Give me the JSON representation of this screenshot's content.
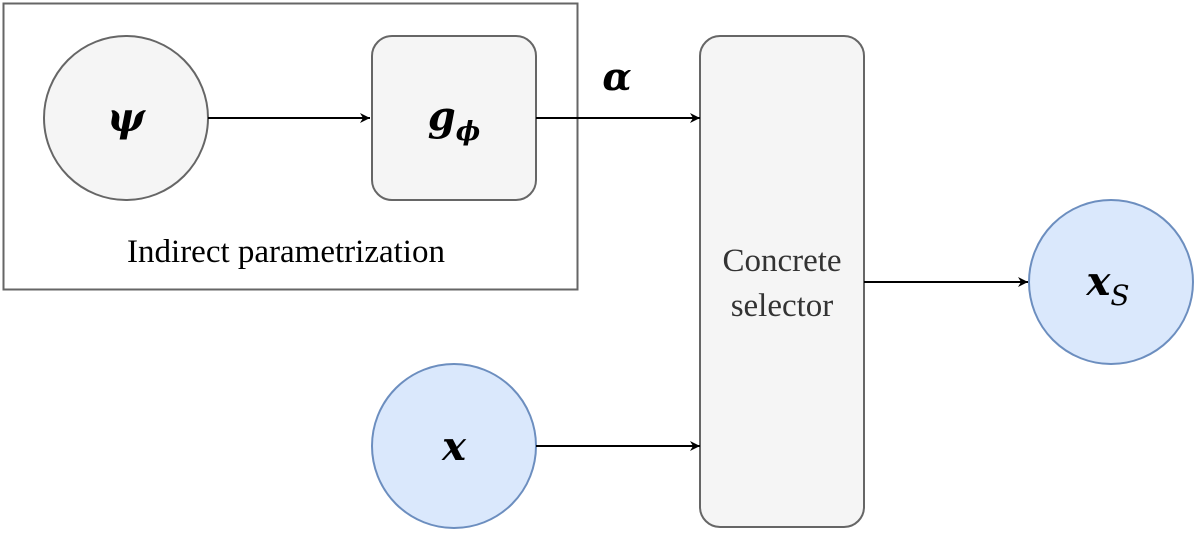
{
  "group": {
    "label": "Indirect parametrization"
  },
  "nodes": {
    "psi": {
      "symbol": "ψ"
    },
    "g": {
      "symbol": "g",
      "subscript": "ϕ"
    },
    "x": {
      "symbol": "x"
    },
    "xs": {
      "symbol": "x",
      "subscript": "S"
    },
    "selector": {
      "line1": "Concrete",
      "line2": "selector"
    }
  },
  "edges": {
    "alpha_label": "α"
  },
  "colors": {
    "gray_fill": "#f5f5f5",
    "gray_stroke": "#666666",
    "blue_fill": "#dae8fc",
    "blue_stroke": "#6c8ebf",
    "edge": "#000000"
  }
}
